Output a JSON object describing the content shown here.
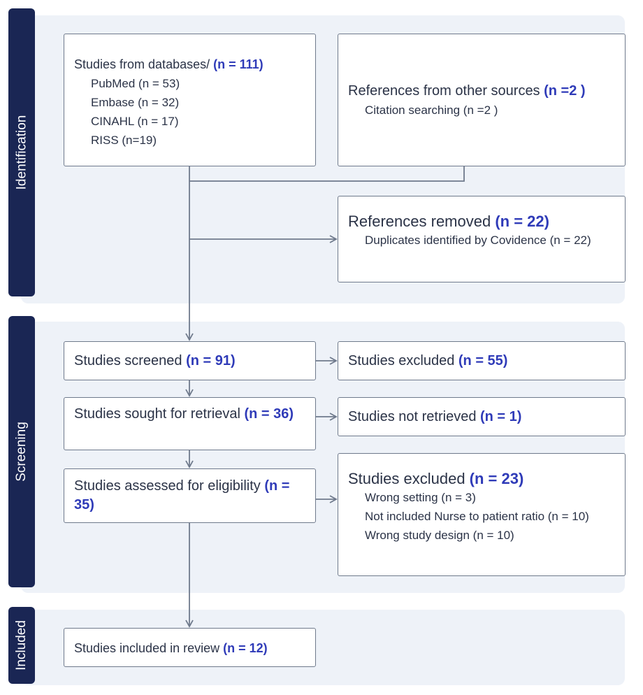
{
  "stages": {
    "identification": "Identification",
    "screening": "Screening",
    "included": "Included"
  },
  "databases": {
    "title": "Studies from databases/ ",
    "count": "(n = 111)",
    "items": [
      "PubMed (n = 53)",
      "Embase (n = 32)",
      "CINAHL (n = 17)",
      "RISS (n=19)"
    ]
  },
  "other_sources": {
    "title": "References from other sources ",
    "count": "(n =2 )",
    "items": [
      "Citation searching (n =2 )"
    ]
  },
  "removed": {
    "title": "References removed ",
    "count": "(n = 22)",
    "detail": "Duplicates identified by Covidence (n = 22)"
  },
  "screened": {
    "title": "Studies screened ",
    "count": "(n = 91)"
  },
  "excluded_screen": {
    "title": "Studies excluded ",
    "count": "(n = 55)"
  },
  "sought": {
    "title": "Studies sought for retrieval ",
    "count": "(n = 36)"
  },
  "not_retrieved": {
    "title": "Studies not retrieved ",
    "count": "(n = 1)"
  },
  "assessed": {
    "title": "Studies assessed for eligibility ",
    "count": "(n = 35)"
  },
  "excluded_elig": {
    "title": "Studies excluded ",
    "count": "(n = 23)",
    "items": [
      "Wrong setting (n = 3)",
      "Not included Nurse to patient ratio (n = 10)",
      "Wrong study design (n = 10)"
    ]
  },
  "included": {
    "title": "Studies included in review ",
    "count": "(n = 12)"
  },
  "colors": {
    "stage": "#1a2654",
    "count": "#2f3bb8",
    "band": "#eef2f8",
    "border": "#6f7a8c"
  }
}
